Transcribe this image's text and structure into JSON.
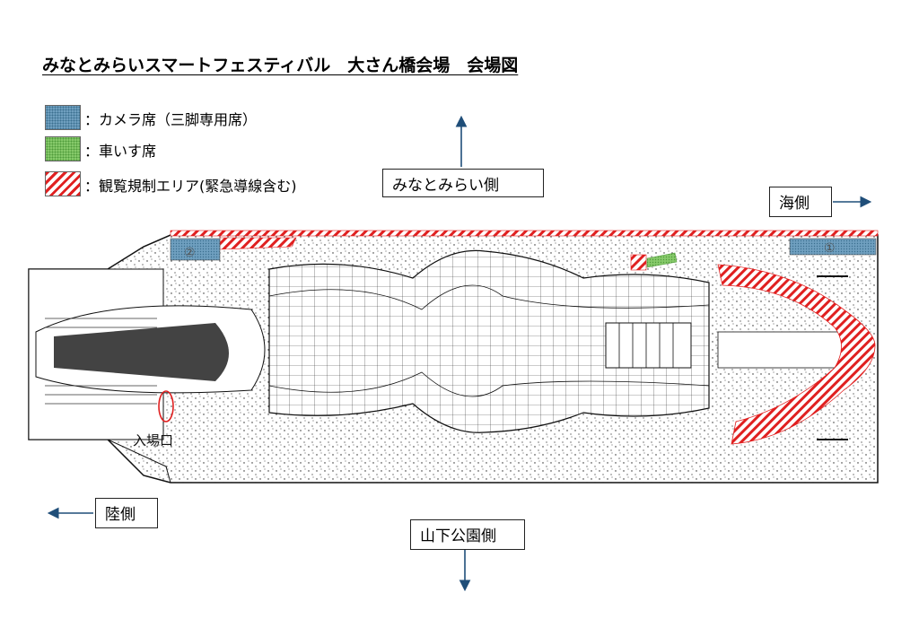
{
  "title": "みなとみらいスマートフェスティバル　大さん橋会場　会場図",
  "legend": [
    {
      "label": "：カメラ席（三脚専用席）",
      "icon": "camera-seat-swatch",
      "color": "#6f9fbf"
    },
    {
      "label": "：車いす席",
      "icon": "wheelchair-seat-swatch",
      "color": "#86c96a"
    },
    {
      "label": "：観覧規制エリア(緊急導線含む)",
      "icon": "restricted-area-swatch",
      "color": "#e02020"
    }
  ],
  "directions": {
    "minatomirai": "みなとみらい側",
    "sea": "海側",
    "land": "陸側",
    "yamashita": "山下公園側"
  },
  "map": {
    "entrance_label": "入場口",
    "camera_seat_1_label": "①",
    "camera_seat_2_label": "②"
  }
}
